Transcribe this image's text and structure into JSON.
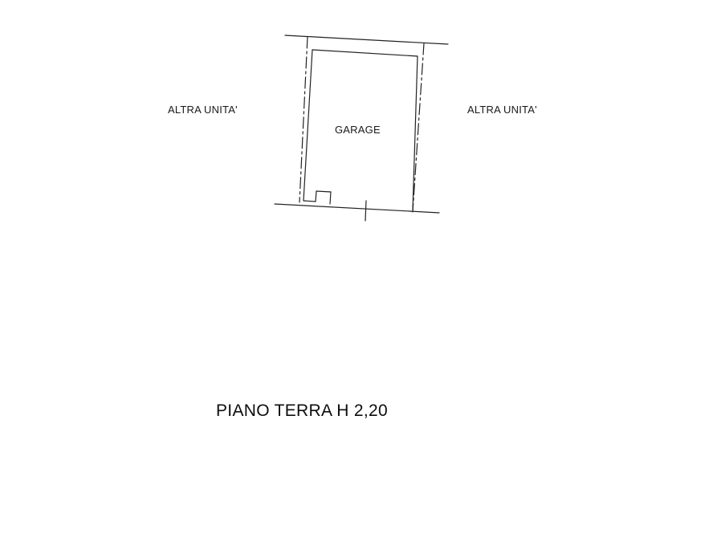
{
  "plan": {
    "room_name": "GARAGE",
    "left_neighbor": "ALTRA UNITA'",
    "right_neighbor": "ALTRA UNITA'",
    "floor_caption": "PIANO TERRA H 2,20"
  },
  "colors": {
    "line": "#222222",
    "background": "#ffffff"
  }
}
